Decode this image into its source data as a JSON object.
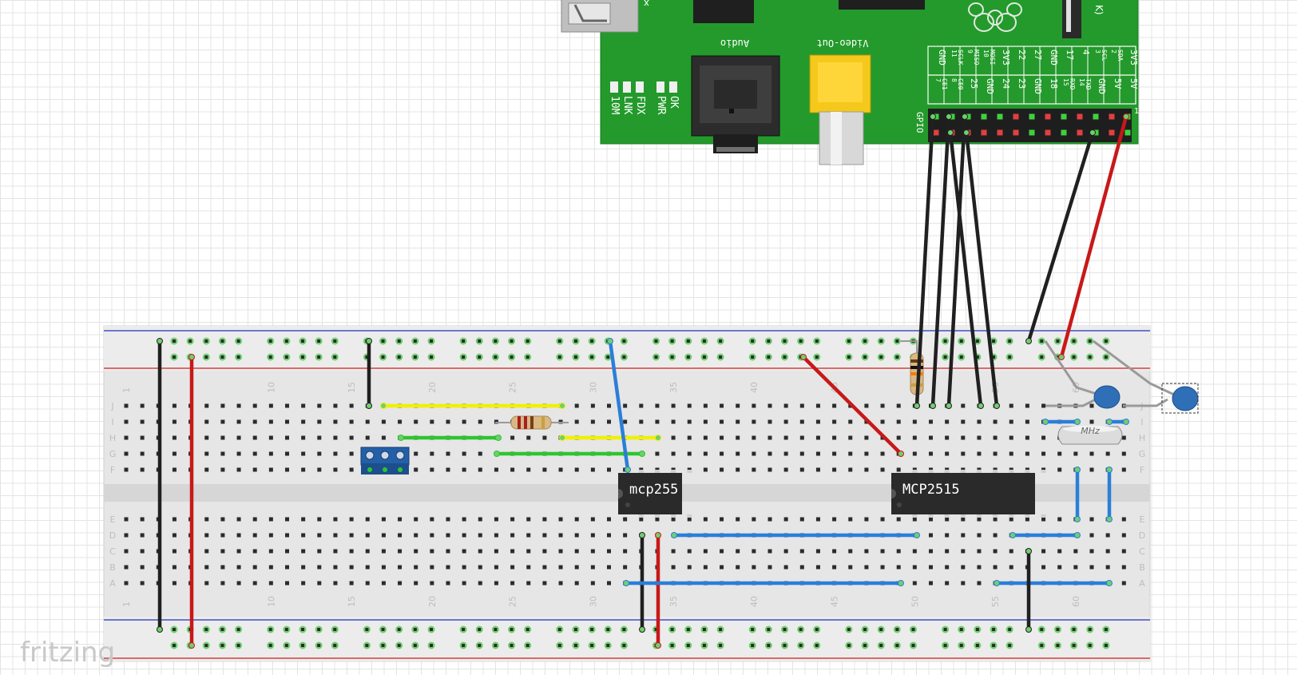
{
  "app": {
    "brand": "fritzing"
  },
  "colors": {
    "pcb": "#239a2b",
    "breadboard": "#e6e6e6",
    "rail_red": "#d02020",
    "rail_blue": "#2030c0",
    "wire_black": "#202020",
    "wire_red": "#c81818",
    "wire_blue": "#2a7fd8",
    "wire_green": "#2ec52e",
    "wire_yellow": "#f0f000",
    "chip": "#2a2a2a"
  },
  "raspberry_pi": {
    "partial_label": "x",
    "audio_label": "Audio",
    "video_label": "Video-Out",
    "gpio_label": "GPIO",
    "leds": [
      "10M",
      "LNK",
      "FDX",
      "PWR",
      "OK"
    ],
    "header_top": [
      "GND",
      "11\nSCLK",
      "9\nMISO",
      "10\nMOSI",
      "3V3",
      "22",
      "27",
      "GND",
      "17",
      "4",
      "3\nSCL",
      "2\nSDA",
      "3V3"
    ],
    "header_bottom": [
      "7\nCE1",
      "8\nCE0",
      "25",
      "GND",
      "24",
      "23",
      "GND",
      "18",
      "15\nRXD",
      "14\nTXD",
      "GND",
      "5V",
      "5V"
    ],
    "corner_partial": "K)",
    "pin1_marker": "1"
  },
  "breadboard": {
    "row_letters_top": [
      "J",
      "I",
      "H",
      "G",
      "F"
    ],
    "row_letters_bottom": [
      "E",
      "D",
      "C",
      "B",
      "A"
    ],
    "column_numbers": [
      "1",
      "10",
      "15",
      "20",
      "25",
      "30",
      "35",
      "40",
      "45",
      "50",
      "55",
      "60"
    ]
  },
  "components": {
    "chip1_label": "mcp255",
    "chip2_label": "MCP2515",
    "crystal_label": "MHz"
  }
}
